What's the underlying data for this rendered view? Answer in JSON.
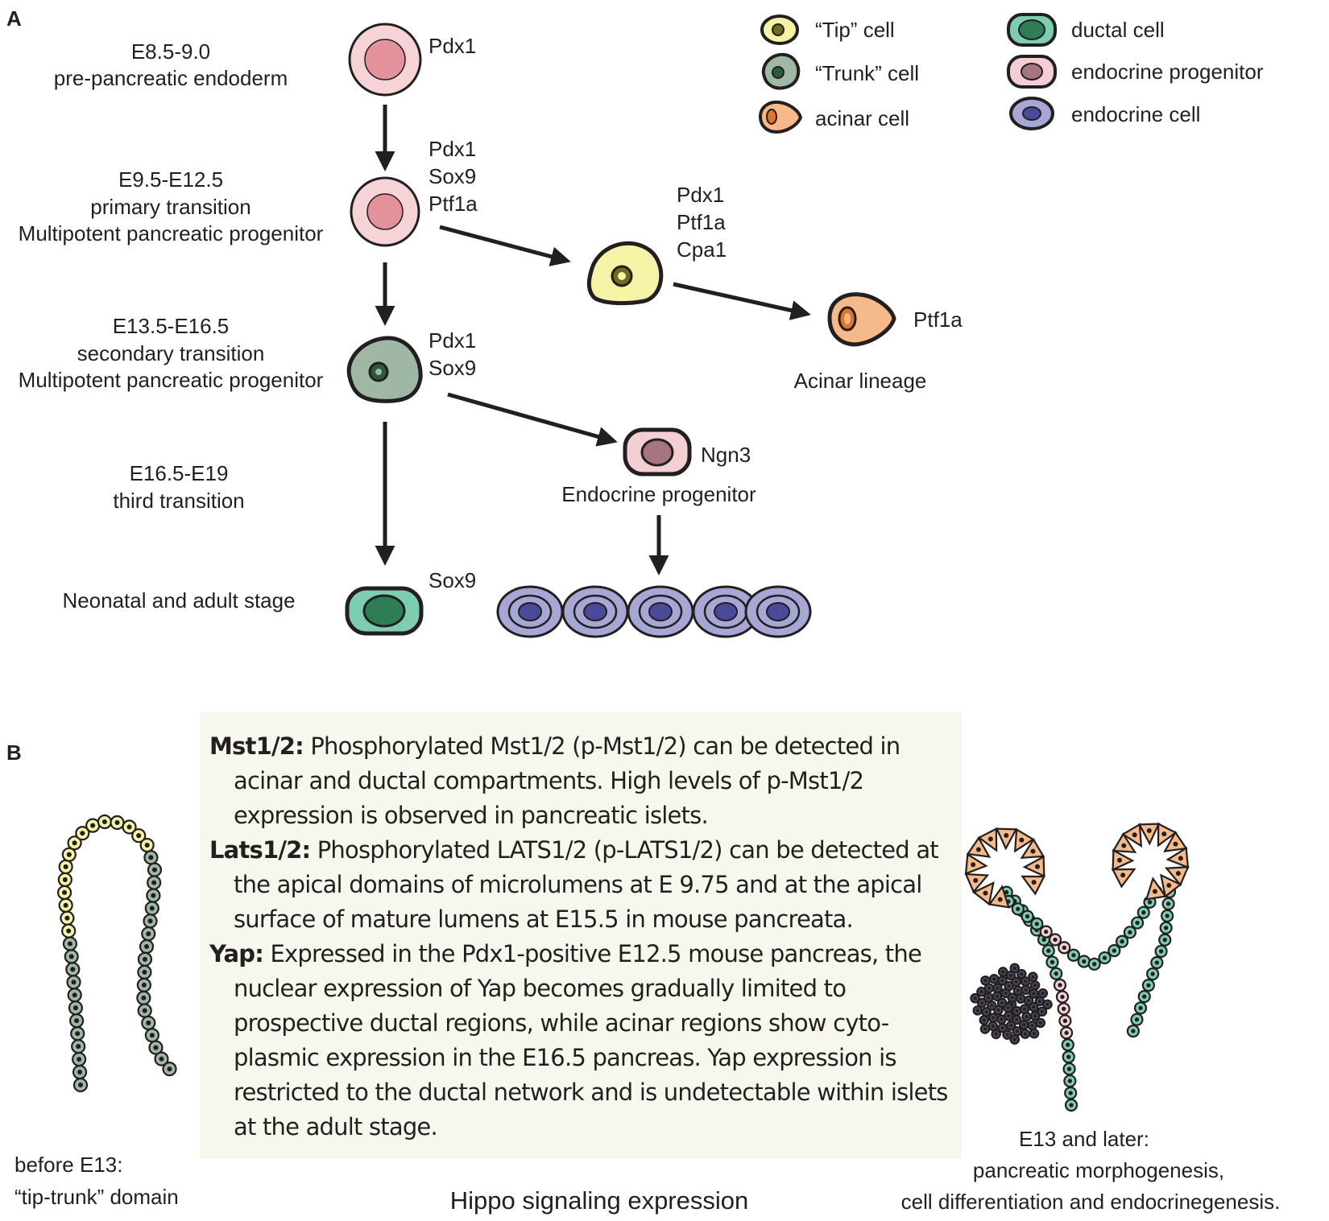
{
  "panel_a": {
    "panel_label": "A",
    "stages": [
      {
        "lines": [
          "E8.5-9.0",
          "pre-pancreatic endoderm"
        ]
      },
      {
        "lines": [
          "E9.5-E12.5",
          "primary transition",
          "Multipotent pancreatic progenitor"
        ]
      },
      {
        "lines": [
          "E13.5-E16.5",
          "secondary transition",
          "Multipotent pancreatic progenitor"
        ]
      },
      {
        "lines": [
          "E16.5-E19",
          "third transition"
        ]
      },
      {
        "lines": [
          "Neonatal and adult stage"
        ]
      }
    ],
    "markers": {
      "endoderm": [
        "Pdx1"
      ],
      "primary": [
        "Pdx1",
        "Sox9",
        "Ptf1a"
      ],
      "tip": [
        "Pdx1",
        "Ptf1a",
        "Cpa1"
      ],
      "acinar": [
        "Ptf1a"
      ],
      "secondary": [
        "Pdx1",
        "Sox9"
      ],
      "endocrine_progenitor": [
        "Ngn3"
      ],
      "ductal": [
        "Sox9"
      ]
    },
    "lineage_labels": {
      "acinar": "Acinar lineage",
      "endocrine_progenitor": "Endocrine progenitor"
    },
    "legend": [
      {
        "label": "“Tip” cell",
        "icon": "tip-cell-icon",
        "fill": "#f5f3a6",
        "nucleus": "#6b6b22"
      },
      {
        "label": "“Trunk” cell",
        "icon": "trunk-cell-icon",
        "fill": "#9fb8a6",
        "nucleus": "#2c5a3a"
      },
      {
        "label": "acinar cell",
        "icon": "acinar-cell-icon",
        "fill": "#f5b98a",
        "nucleus": "#e07528"
      },
      {
        "label": "ductal cell",
        "icon": "ductal-cell-icon",
        "fill": "#7ecdb0",
        "nucleus": "#2e7d55"
      },
      {
        "label": "endocrine progenitor",
        "icon": "endocrine-progenitor-icon",
        "fill": "#f3cfd3",
        "nucleus": "#a67680"
      },
      {
        "label": "endocrine cell",
        "icon": "endocrine-cell-icon",
        "fill": "#a7a7d6",
        "nucleus": "#4a4a9a"
      }
    ],
    "colors": {
      "endoderm_cell": "#f6d3d6",
      "endoderm_nucleus": "#e3919b",
      "tip_cell": "#f5f3a6",
      "trunk_cell": "#9fb8a6",
      "acinar_cell": "#f5b98a",
      "ductal_cell": "#7ecdb0",
      "endocrine_progenitor": "#f3cfd3",
      "endocrine_cell": "#a7a7d6"
    }
  },
  "panel_b": {
    "panel_label": "B",
    "paragraphs": [
      {
        "term": "Mst1/2:",
        "text": " Phosphorylated Mst1/2 (p-Mst1/2) can be detected in acinar and ductal compartments. High levels of p-Mst1/2 expression is observed in pancreatic islets."
      },
      {
        "term": "Lats1/2:",
        "text": " Phosphorylated LATS1/2 (p-LATS1/2) can be detected at the apical domains of microlumens at E 9.75 and at the apical surface of mature lumens at E15.5 in mouse pancreata."
      },
      {
        "term": "Yap:",
        "text": " Expressed in the Pdx1-positive E12.5 mouse pancreas, the nuclear expression of Yap becomes gradually limited to prospective ductal regions, while acinar regions show cyto-plasmic expression in the E16.5 pancreas. Yap expression is restricted to the ductal network and is undetectable within islets at the adult stage."
      }
    ],
    "left_caption": [
      "before E13:",
      "“tip-trunk” domain"
    ],
    "center_caption": "Hippo signaling expression",
    "right_caption": [
      "E13 and later:",
      "pancreatic morphogenesis,",
      "cell differentiation and endocrinegenesis."
    ]
  }
}
